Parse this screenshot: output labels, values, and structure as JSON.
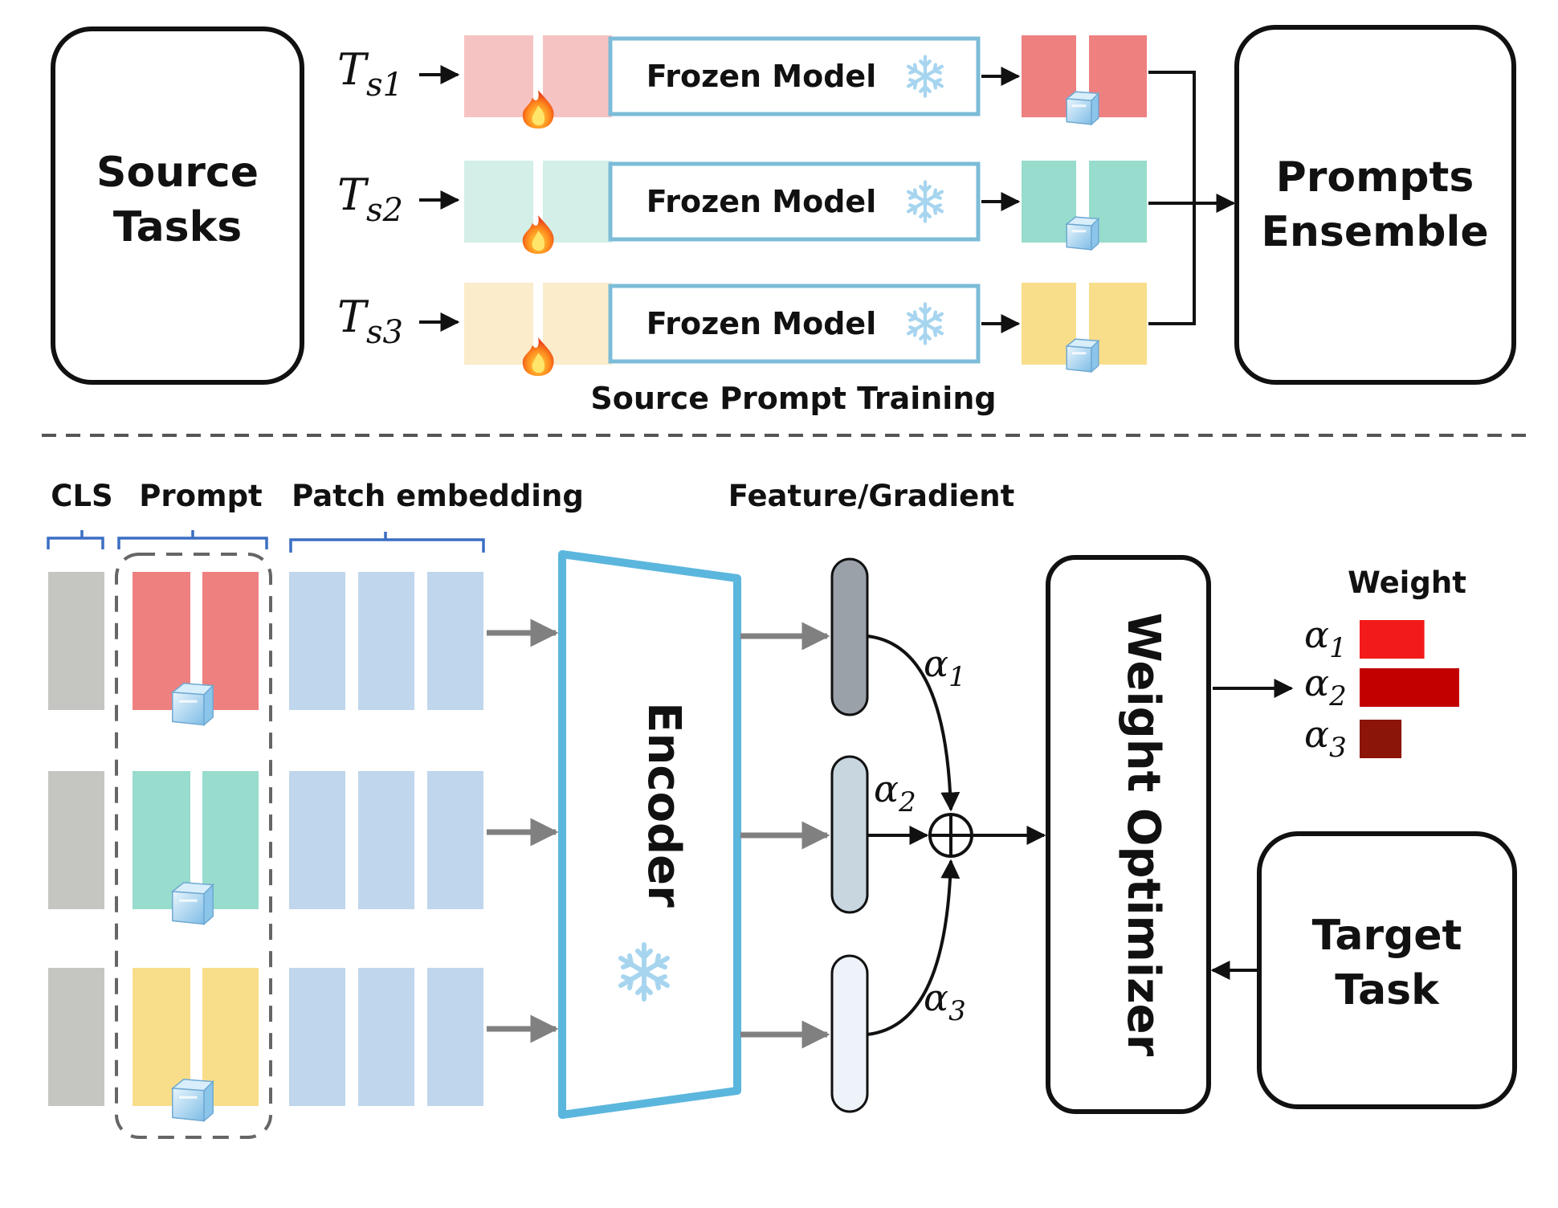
{
  "top": {
    "source_tasks": [
      "Source",
      "Tasks"
    ],
    "prompts_ensemble": [
      "Prompts",
      "Ensemble"
    ],
    "frozen_model_label": "Frozen Model",
    "caption": "Source Prompt Training",
    "rows": [
      {
        "task": "T",
        "sub": "s1",
        "light": "#f6c3c3",
        "dark": "#ee8080"
      },
      {
        "task": "T",
        "sub": "s2",
        "light": "#d3efe7",
        "dark": "#97dccd"
      },
      {
        "task": "T",
        "sub": "s3",
        "light": "#fbeccb",
        "dark": "#f8de8b"
      }
    ]
  },
  "bottom": {
    "labels": {
      "cls": "CLS",
      "prompt": "Prompt",
      "patch": "Patch embedding",
      "feature": "Feature/Gradient"
    },
    "encoder_label": "Encoder",
    "optimizer_label": "Weight Optimizer",
    "target_task": [
      "Target",
      "Task"
    ],
    "weight_title": "Weight",
    "alpha_symbol": "α",
    "alpha_subs": [
      "1",
      "2",
      "3"
    ],
    "prompt_colors": [
      "#ee8080",
      "#97dccd",
      "#f8de8b"
    ],
    "feature_colors": [
      "#9aa1a9",
      "#c8d6e0",
      "#edf3f9"
    ],
    "weight_bars": [
      {
        "value": 0.65,
        "color": "#f21a1a"
      },
      {
        "value": 1.0,
        "color": "#c20000"
      },
      {
        "value": 0.42,
        "color": "#8b1508"
      }
    ]
  },
  "colors": {
    "cls": "#c5c5c2",
    "patch": "#bfd6ec",
    "frozen_border": "#7cbcd8",
    "encoder_border": "#5bb6dd",
    "brace": "#3b6fc4",
    "arrow_gray": "#808080",
    "ice": "#a9d3ee",
    "snow": "#a7d5ef"
  }
}
